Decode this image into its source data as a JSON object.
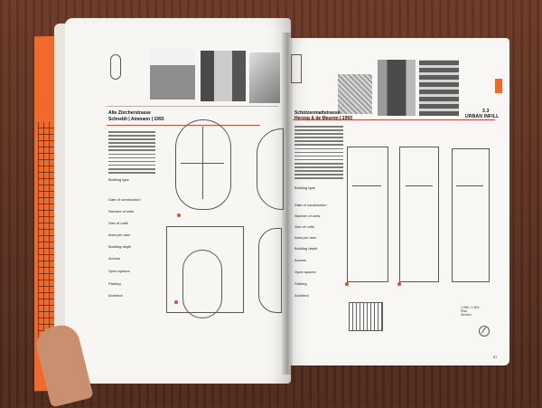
{
  "book": {
    "chapter_label": "URBAN INFILL",
    "section_number": "3.3",
    "left_page": {
      "project_title": "Alte Zürcherstrasse",
      "project_architects": "Schnebli | Ammann | 1993",
      "labels": [
        "Building type",
        "Date of construction",
        "Number of units",
        "Size of units",
        "Area per user",
        "Building depth",
        "Access",
        "Open spaces",
        "Parking",
        "Architect"
      ]
    },
    "right_page": {
      "project_title": "Schützenmattstrasse",
      "project_architects": "Herzog & de Meuron | 1993",
      "labels": [
        "Building type",
        "Date of construction",
        "Number of units",
        "Size of units",
        "Area per user",
        "Building depth",
        "Access",
        "Open spaces",
        "Parking",
        "Architect"
      ],
      "page_number": "87",
      "legend_lines": [
        "1:250 / 1:500",
        "Plan",
        "Section"
      ]
    }
  },
  "colors": {
    "book_orange": "#f06a2b",
    "accent_red": "#d84a3a",
    "page_white": "#f8f7f4"
  }
}
